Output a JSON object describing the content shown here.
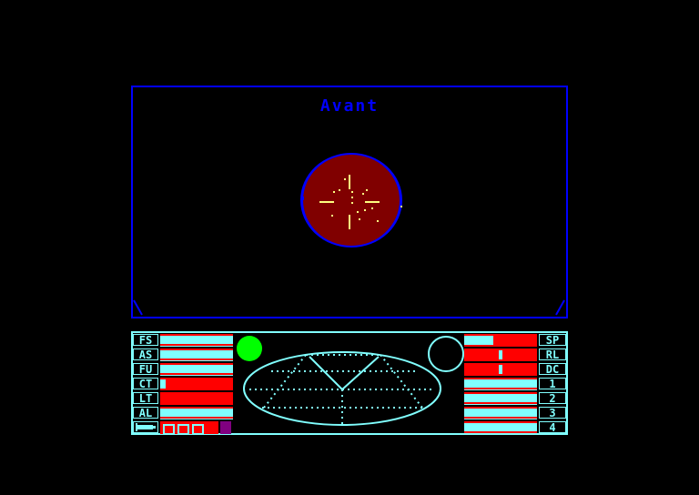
{
  "viewport": {
    "title": "Avant",
    "border_color": "#0000ff",
    "planet": {
      "fill": "#800000",
      "outline": "#0000ff"
    },
    "crosshair_color": "#ffff80"
  },
  "dashboard": {
    "border_color": "#80ffff",
    "left_gauges": [
      {
        "label": "FS",
        "name": "forward-shield",
        "level": 1.0,
        "style": "lined"
      },
      {
        "label": "AS",
        "name": "aft-shield",
        "level": 1.0,
        "style": "lined"
      },
      {
        "label": "FU",
        "name": "fuel",
        "level": 1.0,
        "style": "lined"
      },
      {
        "label": "CT",
        "name": "cabin-temperature",
        "level": 0.08,
        "style": "red"
      },
      {
        "label": "LT",
        "name": "laser-temperature",
        "level": 0.0,
        "style": "red"
      },
      {
        "label": "AL",
        "name": "altitude",
        "level": 1.0,
        "style": "lined"
      }
    ],
    "missiles": {
      "label_icon": "missile-icon",
      "count_ready": 3,
      "armed_color": "#800080"
    },
    "right_gauges": [
      {
        "label": "SP",
        "name": "speed",
        "level": 0.42,
        "style": "red"
      },
      {
        "label": "RL",
        "name": "roll",
        "marker": 0.5,
        "style": "red-marker"
      },
      {
        "label": "DC",
        "name": "dive-climb",
        "marker": 0.5,
        "style": "red-marker"
      },
      {
        "label": "1",
        "name": "energy-bank-1",
        "level": 1.0,
        "style": "lined"
      },
      {
        "label": "2",
        "name": "energy-bank-2",
        "level": 1.0,
        "style": "lined"
      },
      {
        "label": "3",
        "name": "energy-bank-3",
        "level": 1.0,
        "style": "lined"
      },
      {
        "label": "4",
        "name": "energy-bank-4",
        "level": 1.0,
        "style": "lined"
      }
    ],
    "scanner": {
      "status_light_color": "#00ff00",
      "compass": "compass-icon"
    }
  }
}
